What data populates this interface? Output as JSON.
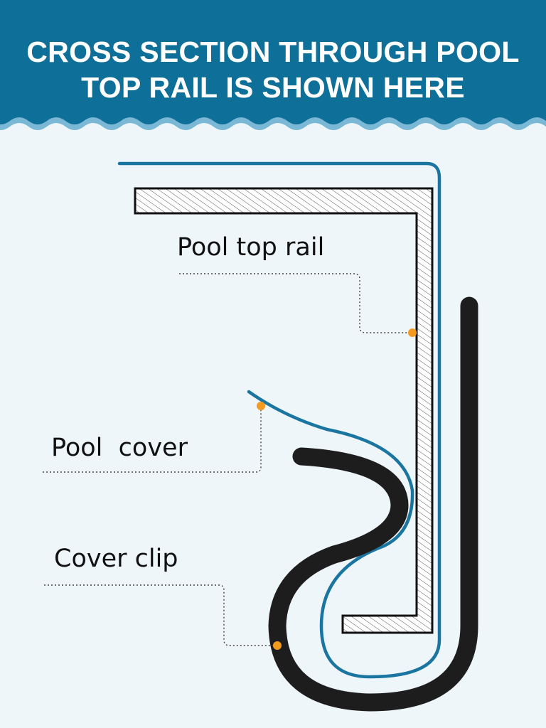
{
  "header": {
    "title_line1": "CROSS SECTION THROUGH POOL",
    "title_line2": "TOP RAIL IS SHOWN HERE"
  },
  "labels": {
    "top_rail": "Pool top rail",
    "pool_cover": "Pool  cover",
    "cover_clip": "Cover clip"
  },
  "colors": {
    "header_bg": "#0e6f98",
    "wave_light": "#7ab8d6",
    "background": "#eef6fa",
    "cover_line": "#1a75a0",
    "clip": "#1d1d1d",
    "marker": "#f39a1f",
    "rail_outline": "#111111"
  }
}
